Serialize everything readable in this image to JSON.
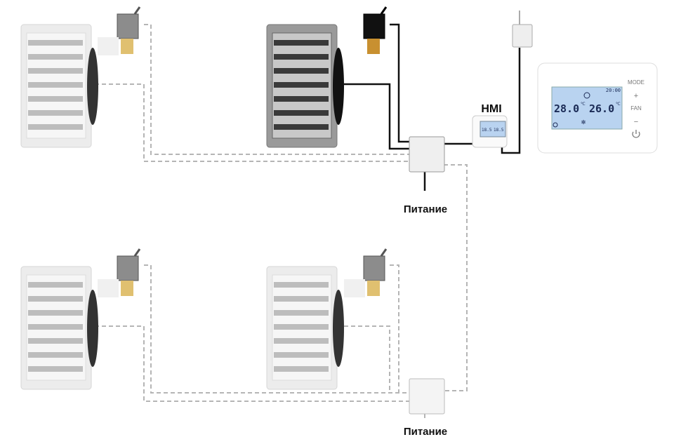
{
  "labels": {
    "power_top": "Питание",
    "power_bottom": "Питание",
    "hmi": "HMI"
  },
  "thermostat": {
    "clock": "20:00",
    "room_temp": "28.0",
    "set_temp": "26.0",
    "unit": "℃",
    "mode_label": "MODE",
    "plus_label": "+",
    "fan_label": "FAN",
    "minus_label": "−",
    "power_icon": "power-icon",
    "fan_icon": "fan-icon",
    "snowflake_icon": "snowflake-icon",
    "clock_icon": "clock-icon"
  },
  "hmi_panel": {
    "left_value": "18.5",
    "right_value": "18.5"
  },
  "colors": {
    "wire_active": "#111111",
    "wire_inactive": "#b0b0b0",
    "lcd": "#b9d3f0",
    "heater_light": "#e6e6e6",
    "heater_dark": "#8a8a8a"
  }
}
